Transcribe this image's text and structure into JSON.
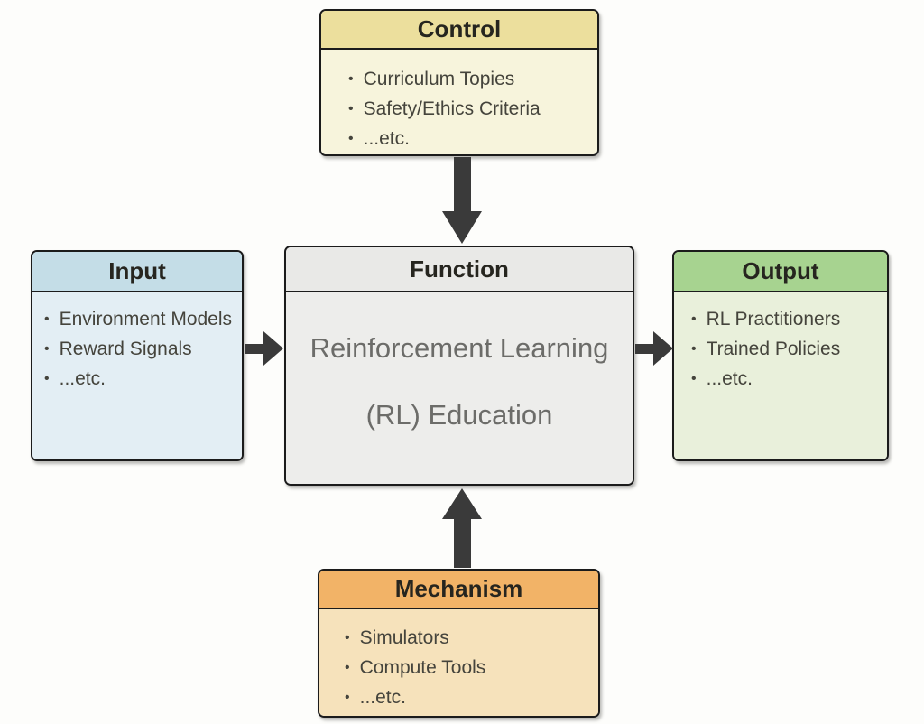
{
  "diagram": {
    "bullet_glyph": "•",
    "colors": {
      "background": "#fdfdfb",
      "border": "#1b1b1b",
      "arrow": "#3a3a3a",
      "title_text": "#26251f",
      "item_text": "#45443c",
      "function_text": "#6c6c69",
      "control_header": "#ecdf9d",
      "control_body": "#f7f4dc",
      "input_header": "#c4dde7",
      "input_body": "#e3eef4",
      "function_header": "#e9e9e7",
      "function_body": "#ededeb",
      "output_header": "#a7d390",
      "output_body": "#e9f0db",
      "mechanism_header": "#f2b367",
      "mechanism_body": "#f6e2bb"
    },
    "boxes": {
      "control": {
        "title": "Control",
        "items": [
          "Curriculum Topies",
          "Safety/Ethics Criteria",
          "...etc."
        ]
      },
      "input": {
        "title": "Input",
        "items": [
          "Environment Models",
          "Reward Signals",
          "...etc."
        ]
      },
      "function": {
        "title": "Function",
        "line1": "Reinforcement Learning",
        "line2": "(RL) Education"
      },
      "output": {
        "title": "Output",
        "items": [
          "RL Practitioners",
          "Trained Policies",
          "...etc."
        ]
      },
      "mechanism": {
        "title": "Mechanism",
        "items": [
          "Simulators",
          "Compute Tools",
          "...etc."
        ]
      }
    }
  }
}
